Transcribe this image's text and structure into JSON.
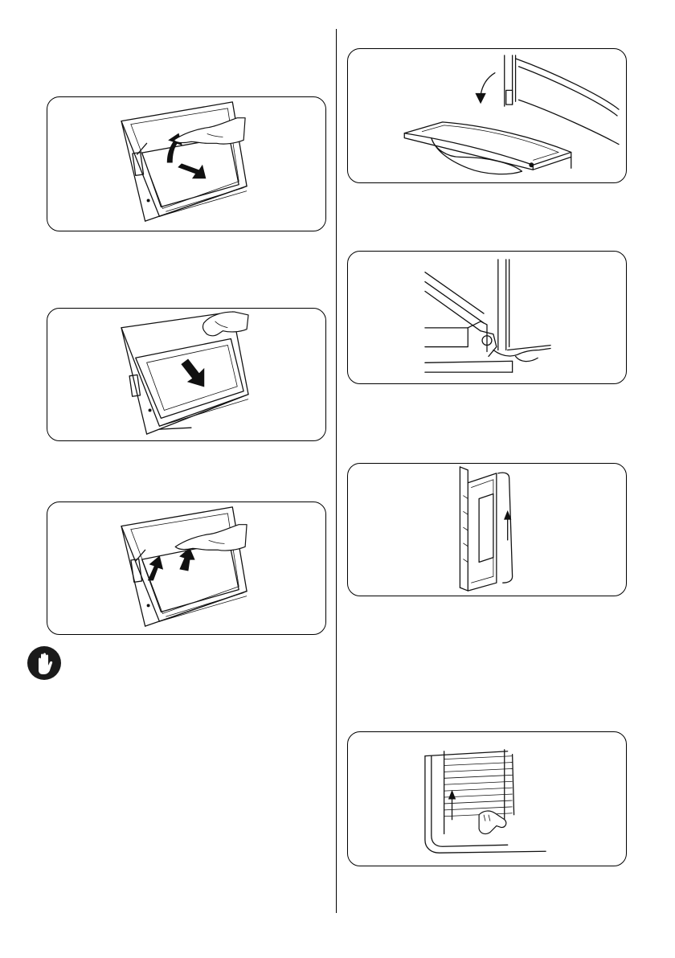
{
  "page": {
    "figures": [
      {
        "id": "fig-glass-lift",
        "icon": "oven-door-glass-lift-illustration"
      },
      {
        "id": "fig-glass-slide",
        "icon": "oven-door-glass-slide-illustration"
      },
      {
        "id": "fig-glass-insert",
        "icon": "oven-door-glass-insert-illustration"
      },
      {
        "id": "fig-door-hinge-open",
        "icon": "oven-door-hinge-open-illustration"
      },
      {
        "id": "fig-hinge-detail",
        "icon": "oven-hinge-detail-illustration"
      },
      {
        "id": "fig-door-lift-off",
        "icon": "oven-door-lift-off-illustration"
      },
      {
        "id": "fig-side-rack",
        "icon": "oven-side-rack-removal-illustration"
      }
    ],
    "warning_icon": "hand-stop-icon"
  }
}
